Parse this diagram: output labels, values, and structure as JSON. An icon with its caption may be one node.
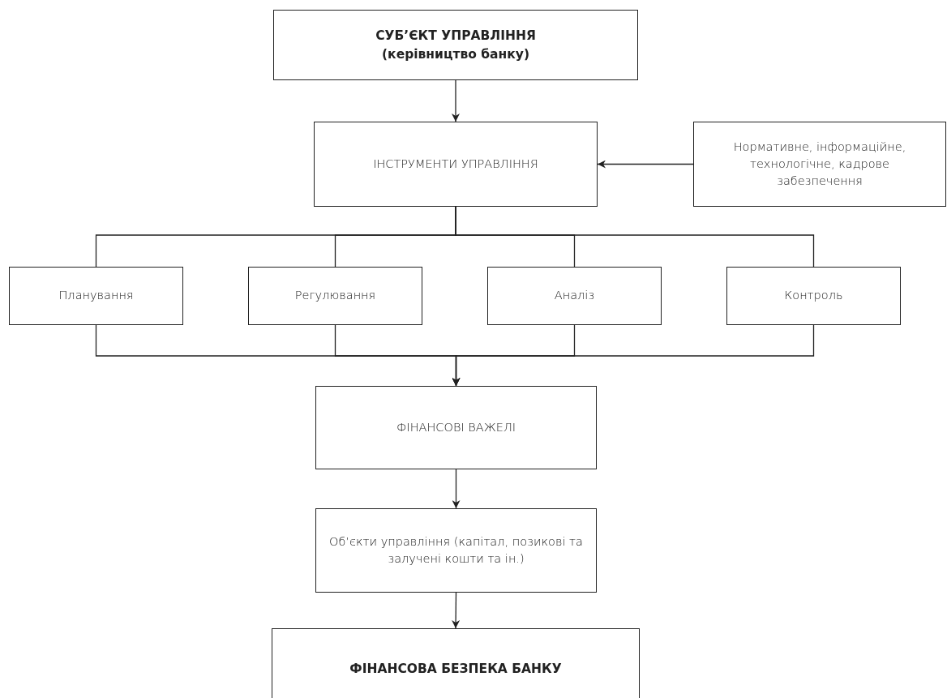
{
  "diagram": {
    "nodes": [
      {
        "text": [
          "СУБ’ЄКТ УПРАВЛІННЯ",
          "(керівництво банку)"
        ]
      },
      {
        "text": [
          "ІНСТРУМЕНТИ УПРАВЛІННЯ"
        ]
      },
      {
        "text": [
          "Нормативне, інформаційне, технологічне, кадрове забезпечення"
        ]
      },
      {
        "text": [
          "Планування"
        ]
      },
      {
        "text": [
          "Регулювання"
        ]
      },
      {
        "text": [
          "Аналіз"
        ]
      },
      {
        "text": [
          "Контроль"
        ]
      },
      {
        "text": [
          "ФІНАНСОВІ ВАЖЕЛІ"
        ]
      },
      {
        "text": [
          "Об’єкти управління (капітал, позикові та залучені кошти та ін.)"
        ]
      },
      {
        "text": [
          "ФІНАНСОВА БЕЗПЕКА БАНКУ"
        ]
      }
    ],
    "edges": [
      {
        "from": 0,
        "to": 1,
        "arrow": "to"
      },
      {
        "from": 2,
        "to": 1,
        "arrow": "to"
      },
      {
        "from": 1,
        "to": 3,
        "arrow": "none"
      },
      {
        "from": 1,
        "to": 4,
        "arrow": "none"
      },
      {
        "from": 1,
        "to": 5,
        "arrow": "none"
      },
      {
        "from": 1,
        "to": 6,
        "arrow": "none"
      },
      {
        "from": 3,
        "to": 7,
        "arrow": "to"
      },
      {
        "from": 4,
        "to": 7,
        "arrow": "to"
      },
      {
        "from": 5,
        "to": 7,
        "arrow": "to"
      },
      {
        "from": 6,
        "to": 7,
        "arrow": "to"
      },
      {
        "from": 7,
        "to": 8,
        "arrow": "to"
      },
      {
        "from": 8,
        "to": 9,
        "arrow": "to"
      }
    ]
  }
}
